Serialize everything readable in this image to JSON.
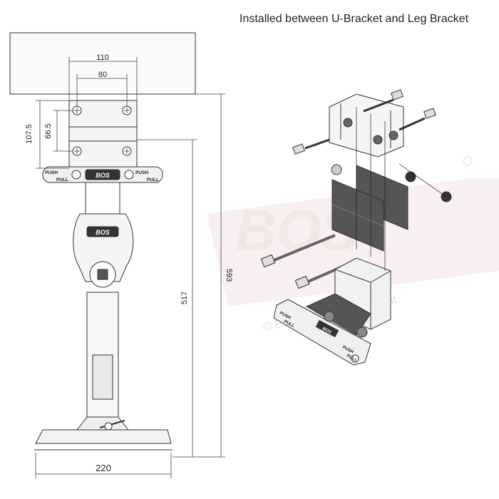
{
  "caption": "Installed between U-Bracket and Leg Bracket",
  "dimensions": {
    "width_top_outer": "110",
    "width_top_inner": "80",
    "height_outer": "107.5",
    "height_inner": "66.5",
    "overall_height": "593",
    "leg_height": "517",
    "base_width": "220"
  },
  "plate_labels": {
    "push": "PUSH",
    "pull": "PULL",
    "brand": "BOS"
  },
  "watermark": {
    "brand_letters": "BOS",
    "text": "© BOS Official Document."
  },
  "colors": {
    "line": "#333333",
    "dark_part": "#555555",
    "light_fill": "#f2f2f2",
    "watermark": "#e6d3d3"
  }
}
